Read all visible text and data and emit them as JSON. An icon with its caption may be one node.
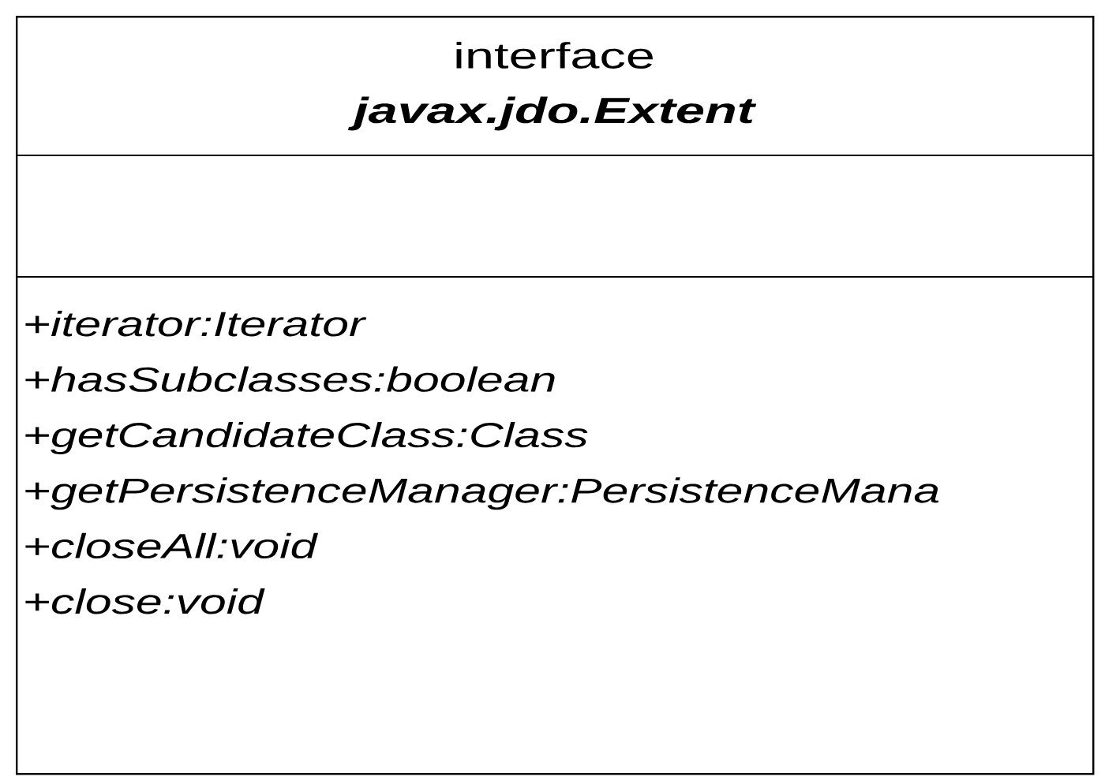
{
  "diagram": {
    "nodes": [
      {
        "text": [
          "interface",
          "javax.jdo.Extent"
        ]
      },
      {
        "text": [],
        "shape": "box",
        "in": 0
      },
      {
        "text": [
          "+iterator:Iterator",
          "+hasSubclasses:boolean",
          "+getCandidateClass:Class",
          "+getPersistenceManager:PersistenceMana",
          "+closeAll:void",
          "+close:void"
        ],
        "in": 0
      }
    ]
  }
}
